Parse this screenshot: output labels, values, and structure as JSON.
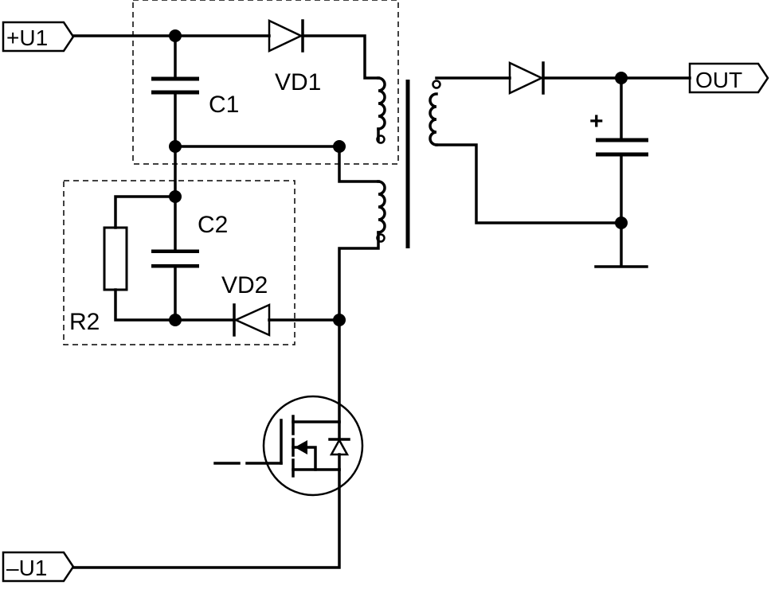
{
  "terminals": {
    "positive_input": "+U1",
    "negative_input": "–U1",
    "output": "OUT"
  },
  "components": {
    "c1": "C1",
    "c2": "C2",
    "vd1": "VD1",
    "vd2": "VD2",
    "r2": "R2"
  },
  "output_cap_polarity": "+"
}
